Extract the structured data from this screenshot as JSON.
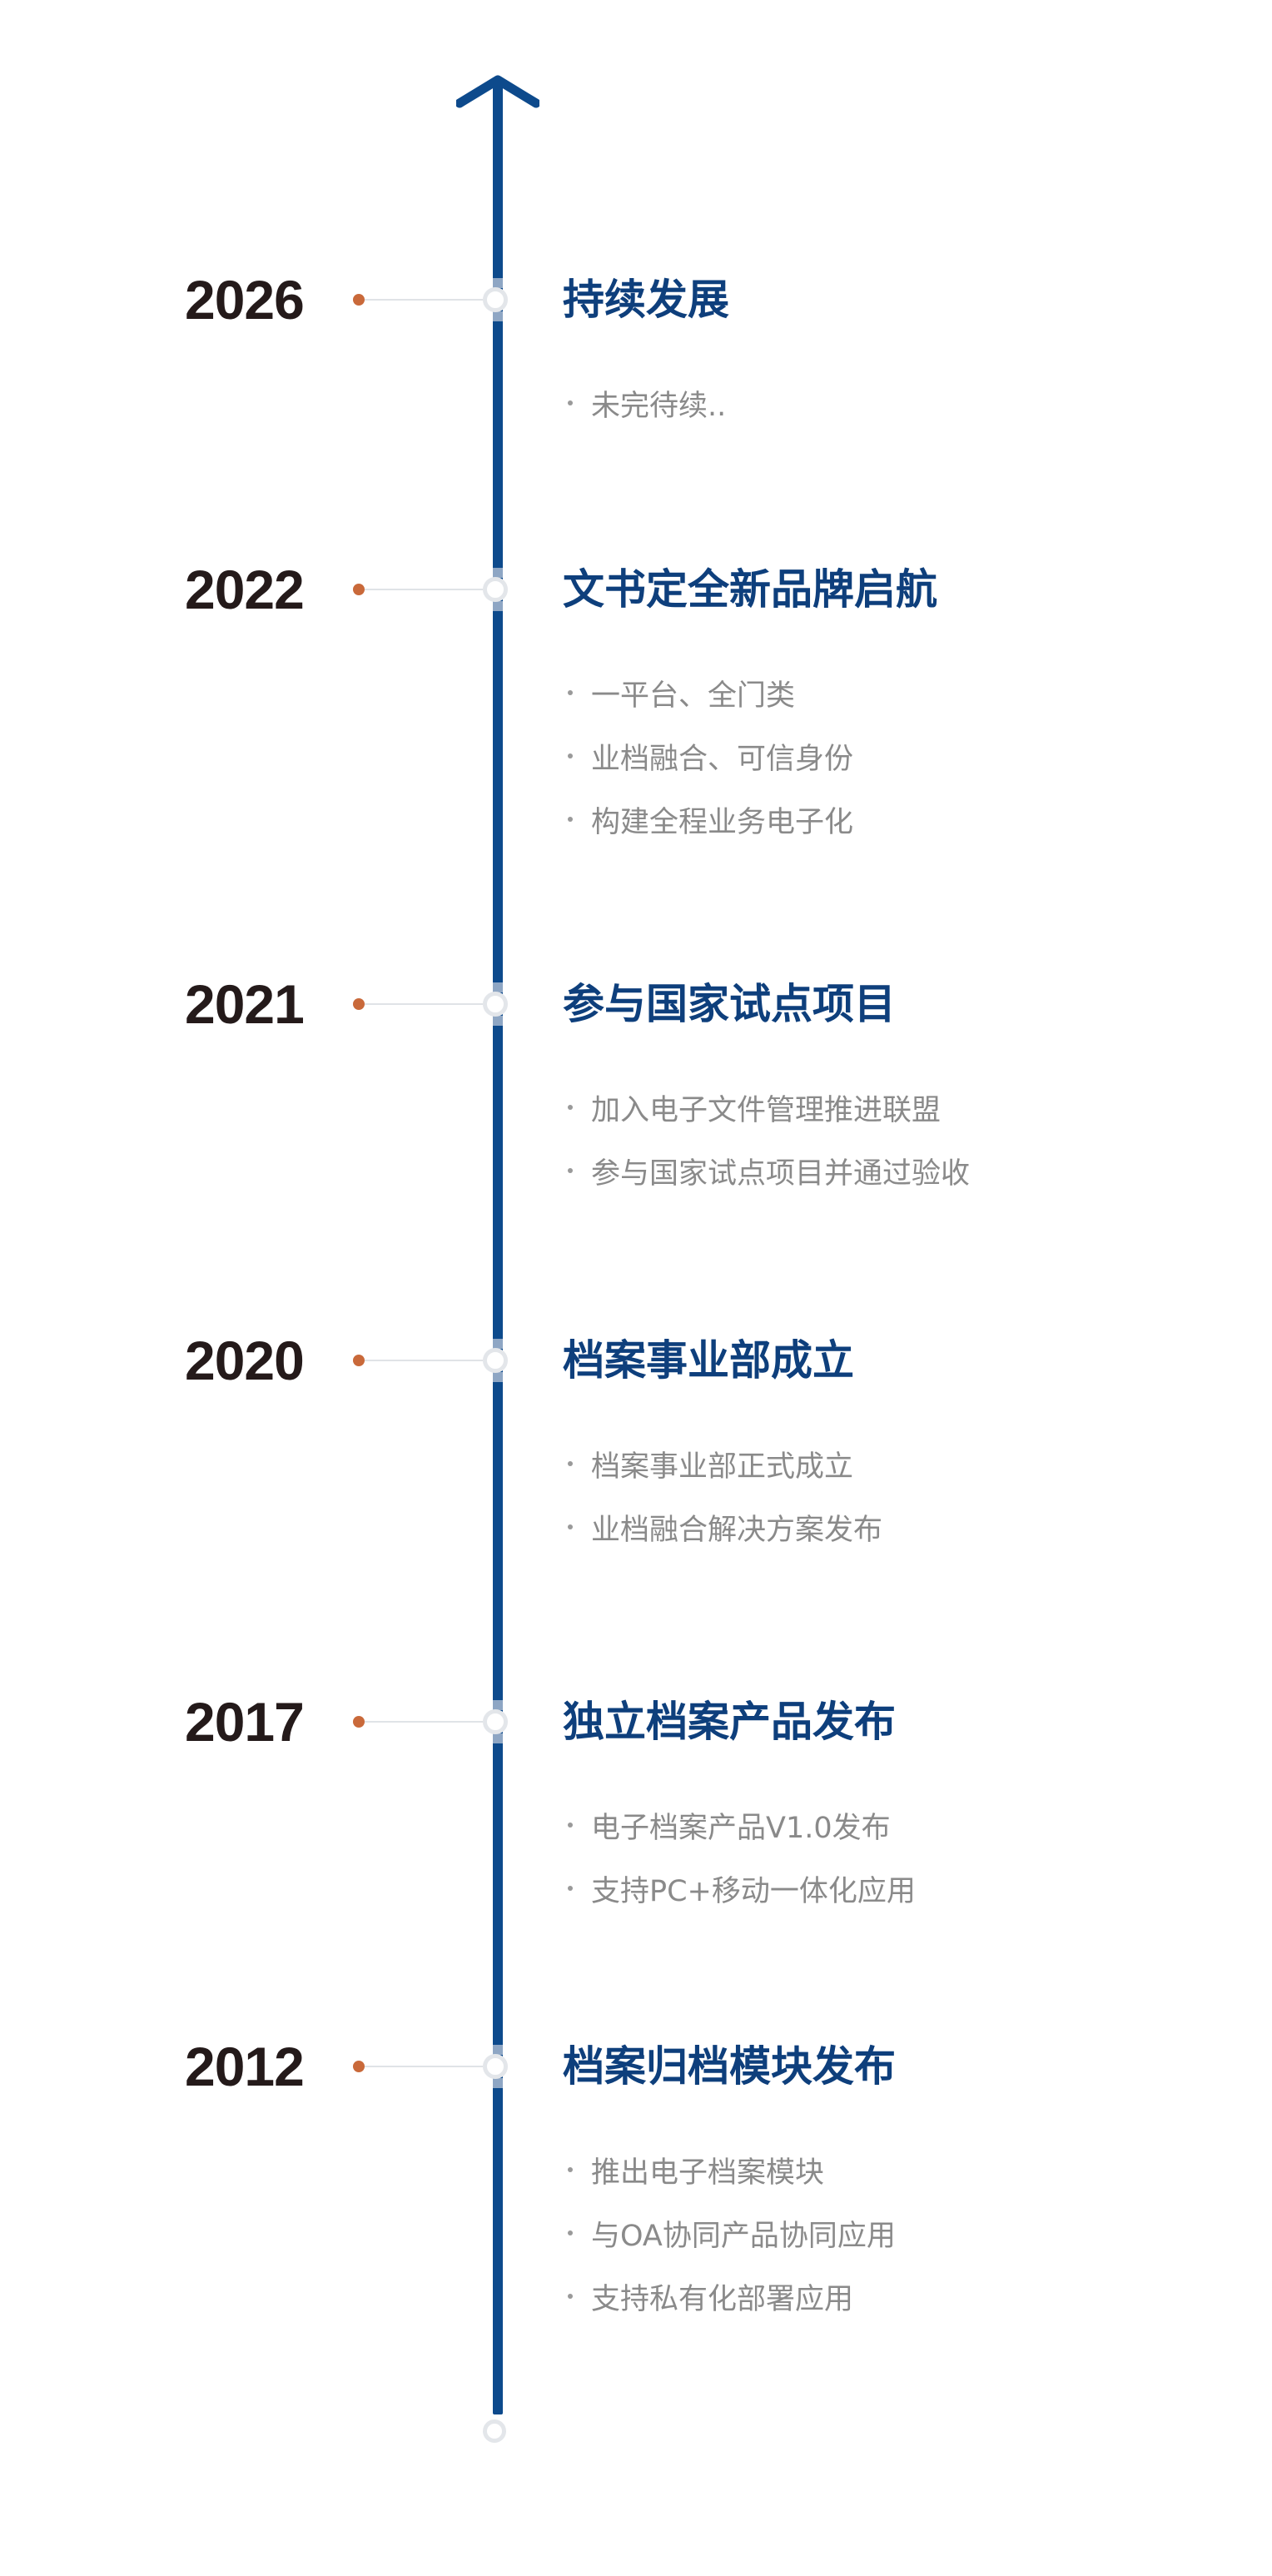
{
  "colors": {
    "axis": "#0d4a8c",
    "year_text": "#241a1a",
    "title_text": "#0e3f7c",
    "bullet_text": "#8a8a8a",
    "year_dot": "#c9693a"
  },
  "timeline": [
    {
      "year": "2026",
      "title": "持续发展",
      "items": [
        "未完待续.."
      ]
    },
    {
      "year": "2022",
      "title": "文书定全新品牌启航",
      "items": [
        "一平台、全门类",
        "业档融合、可信身份",
        "构建全程业务电子化"
      ]
    },
    {
      "year": "2021",
      "title": "参与国家试点项目",
      "items": [
        "加入电子文件管理推进联盟",
        "参与国家试点项目并通过验收"
      ]
    },
    {
      "year": "2020",
      "title": "档案事业部成立",
      "items": [
        "档案事业部正式成立",
        "业档融合解决方案发布"
      ]
    },
    {
      "year": "2017",
      "title": "独立档案产品发布",
      "items": [
        "电子档案产品V1.0发布",
        "支持PC+移动一体化应用"
      ]
    },
    {
      "year": "2012",
      "title": "档案归档模块发布",
      "items": [
        "推出电子档案模块",
        "与OA协同产品协同应用",
        "支持私有化部署应用"
      ]
    }
  ]
}
